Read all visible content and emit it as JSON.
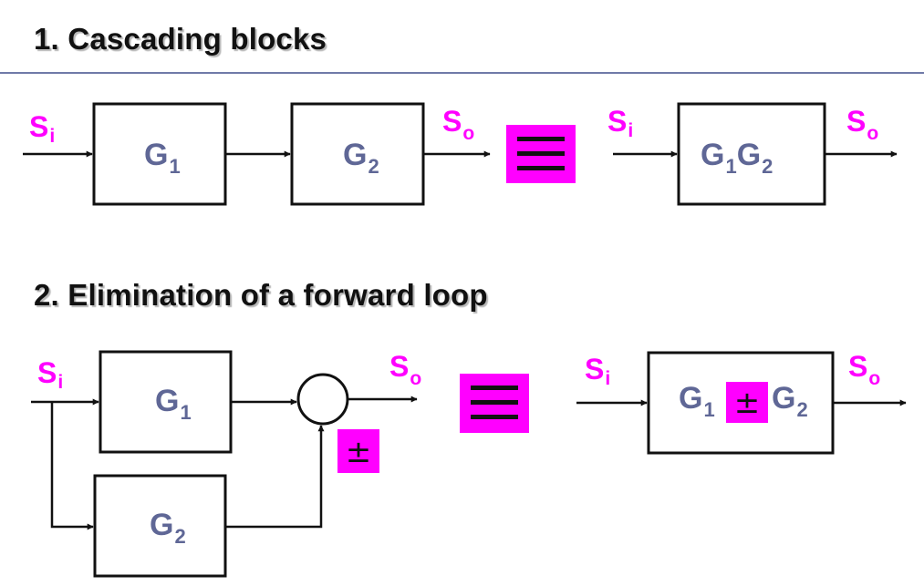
{
  "sections": [
    {
      "heading": "1. Cascading blocks"
    },
    {
      "heading": "2. Elimination of a forward loop"
    }
  ],
  "signals": {
    "input": {
      "main": "S",
      "sub": "i"
    },
    "output": {
      "main": "S",
      "sub": "o"
    }
  },
  "blocks": {
    "g1": {
      "main": "G",
      "sub": "1"
    },
    "g2": {
      "main": "G",
      "sub": "2"
    }
  },
  "operators": {
    "plus_minus": "±"
  },
  "colors": {
    "signal": "#ff00ff",
    "block_label": "#5f6796",
    "equivalence_box": "#ff00ff",
    "heading_rule": "#707aa8"
  }
}
